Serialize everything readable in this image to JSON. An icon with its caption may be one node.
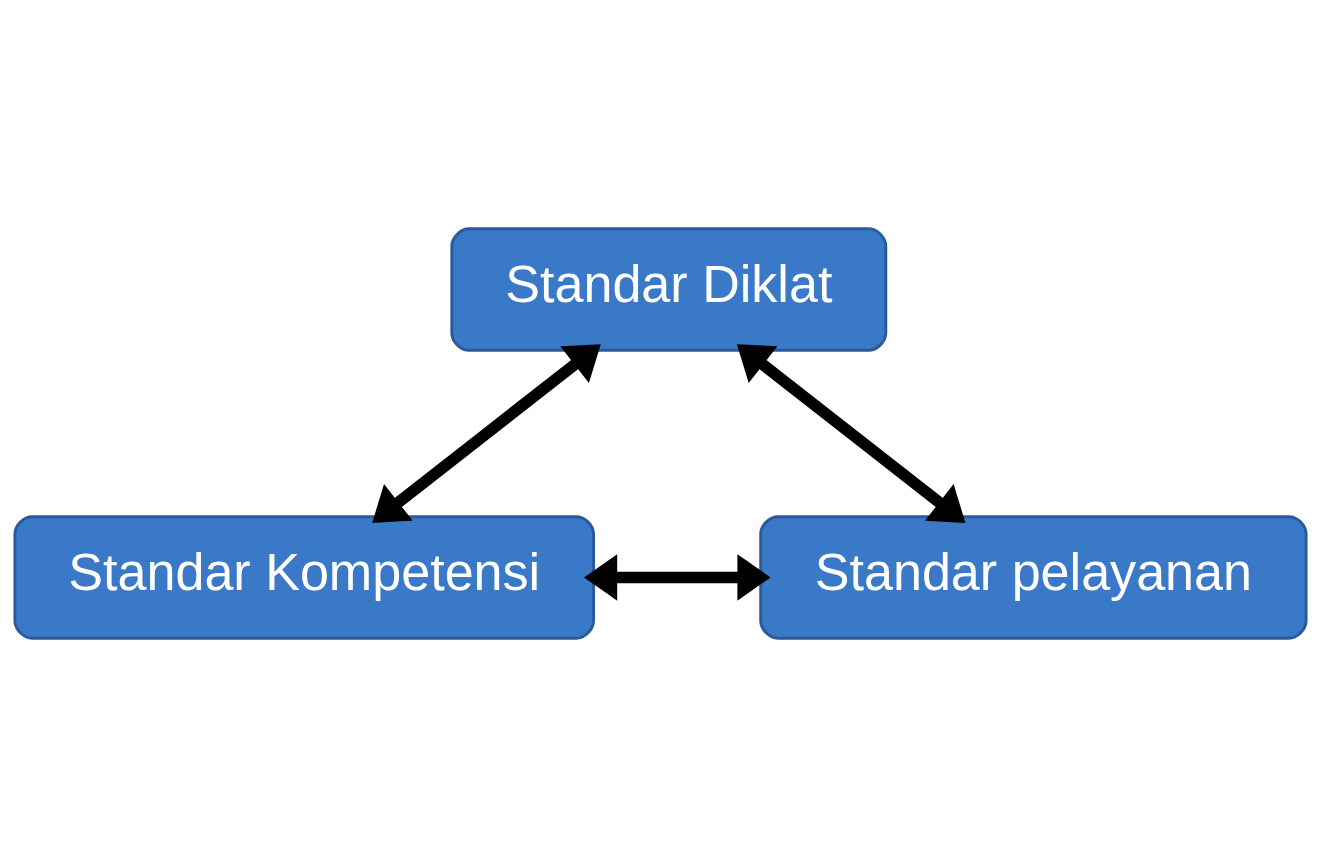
{
  "diagram": {
    "nodes": [
      {
        "text": [
          "Standar Diklat"
        ]
      },
      {
        "text": [
          "Standar Kompetensi"
        ]
      },
      {
        "text": [
          "Standar pelayanan"
        ]
      }
    ],
    "edges": [
      {
        "from": 0,
        "to": 1,
        "arrow": "both"
      },
      {
        "from": 0,
        "to": 2,
        "arrow": "both"
      },
      {
        "from": 1,
        "to": 2,
        "arrow": "both"
      }
    ]
  }
}
